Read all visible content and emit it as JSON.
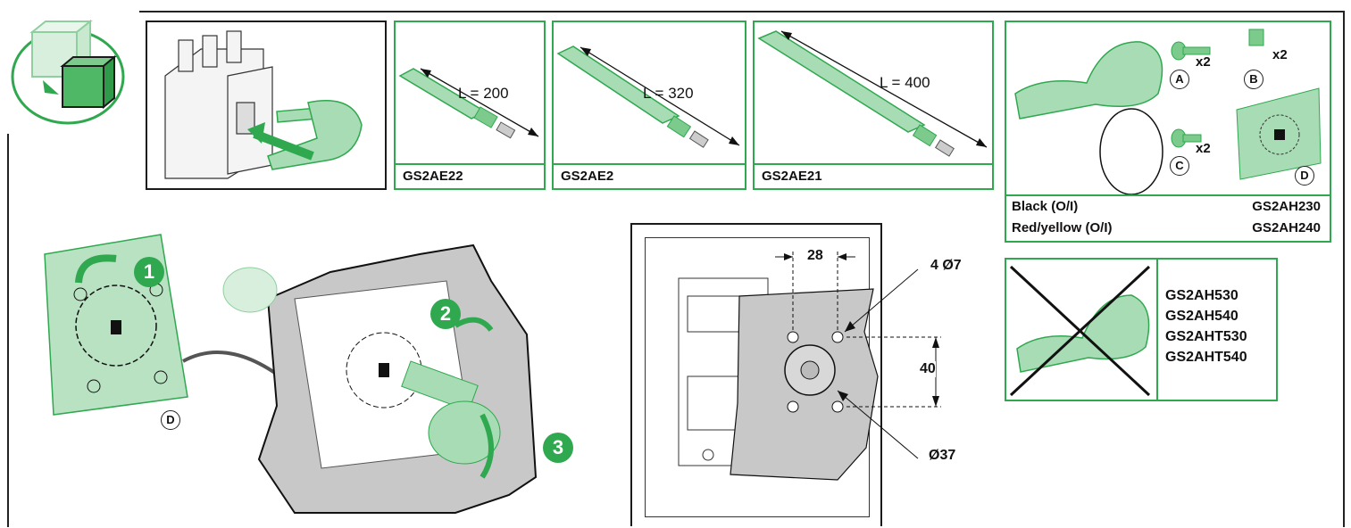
{
  "extensions": [
    {
      "length_label": "L = 200",
      "code": "GS2AE22"
    },
    {
      "length_label": "L = 320",
      "code": "GS2AE2"
    },
    {
      "length_label": "L = 400",
      "code": "GS2AE21"
    }
  ],
  "handle_kit": {
    "parts": [
      {
        "letter": "A",
        "qty": "x2"
      },
      {
        "letter": "B",
        "qty": "x2"
      },
      {
        "letter": "C",
        "qty": "x2"
      },
      {
        "letter": "D",
        "qty": ""
      }
    ],
    "variants": [
      {
        "label": "Black (O/I)",
        "code": "GS2AH230"
      },
      {
        "label": "Red/yellow (O/I)",
        "code": "GS2AH240"
      }
    ]
  },
  "not_compatible": {
    "codes": [
      "GS2AH530",
      "GS2AH540",
      "GS2AHT530",
      "GS2AHT540"
    ]
  },
  "drilling_dims": {
    "hole_spacing_h": "28",
    "holes": "4 Ø7",
    "hole_spacing_v": "40",
    "center_hole": "Ø37"
  },
  "steps": [
    "1",
    "2",
    "3"
  ],
  "template_label": "D",
  "colors": {
    "accent_green": "#2fa84f",
    "light_green": "#a8dcb5",
    "frame": "#1a1a1a",
    "gray": "#c8c8c8"
  }
}
